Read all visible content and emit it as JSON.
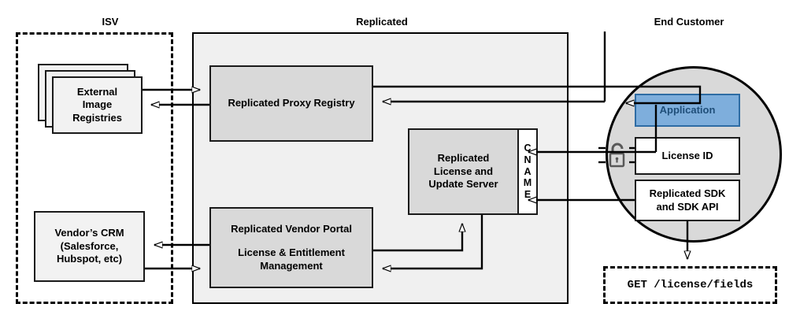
{
  "diagram": {
    "title_zones": [
      {
        "name": "isv",
        "label": "ISV"
      },
      {
        "name": "replicated",
        "label": "Replicated"
      },
      {
        "name": "end-customer",
        "label": "End Customer"
      }
    ],
    "nodes": {
      "external_image_registries": "External\nImage\nRegistries",
      "external_image_registries_lines": [
        "External",
        "Image",
        "Registries"
      ],
      "vendors_crm_lines": [
        "Vendor’s CRM",
        "(Salesforce,",
        "Hubspot, etc)"
      ],
      "replicated_proxy_registry": "Replicated Proxy Registry",
      "replicated_license_update_server_lines": [
        "Replicated",
        "License and",
        "Update Server"
      ],
      "cname_letters": [
        "C",
        "N",
        "A",
        "M",
        "E"
      ],
      "vendor_portal_lines": [
        "Replicated Vendor Portal",
        "",
        "License & Entitlement",
        "Management"
      ],
      "vendor_portal_title": "Replicated Vendor Portal",
      "vendor_portal_sub_line1": "License & Entitlement",
      "vendor_portal_sub_line2": "Management",
      "application": "Application",
      "license_id": "License ID",
      "replicated_sdk_line1": "Replicated SDK",
      "replicated_sdk_line2": "and SDK API",
      "api_call": "GET /license/fields"
    },
    "icons": {
      "padlock": "unlocked-padlock-icon"
    },
    "colors": {
      "panel_fill": "#f0f0f0",
      "node_grey": "#d9d9d9",
      "node_light": "#f2f2f2",
      "node_white": "#ffffff",
      "application_fill": "#7eaedc",
      "application_text": "#1f4e79",
      "application_border": "#2e6ca4",
      "circle_fill": "#d9d9d9",
      "stroke": "#1a1a1a"
    }
  }
}
